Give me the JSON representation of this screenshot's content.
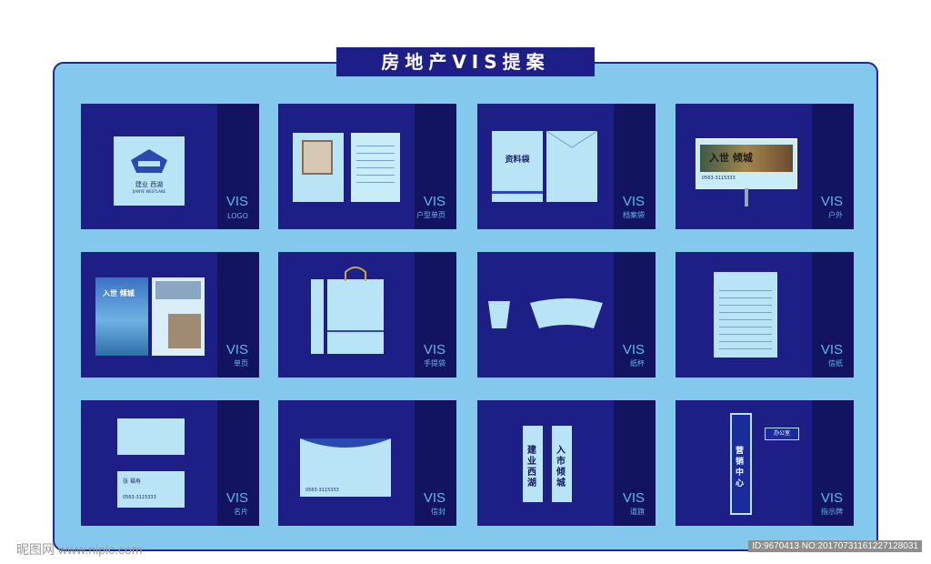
{
  "title": "房地产VIS提案",
  "colors": {
    "board": "#84c8ee",
    "tile": "#1d1f86",
    "strip": "#13145f",
    "accent": "#5fb7ea",
    "paper": "#b9e4f6"
  },
  "tiles": [
    {
      "vis": "VIS",
      "label": "LOGO"
    },
    {
      "vis": "VIS",
      "label": "户型单页"
    },
    {
      "vis": "VIS",
      "label": "档案袋"
    },
    {
      "vis": "VIS",
      "label": "户外"
    },
    {
      "vis": "VIS",
      "label": "单页"
    },
    {
      "vis": "VIS",
      "label": "手提袋"
    },
    {
      "vis": "VIS",
      "label": "纸杯"
    },
    {
      "vis": "VIS",
      "label": "信纸"
    },
    {
      "vis": "VIS",
      "label": "名片"
    },
    {
      "vis": "VIS",
      "label": "信封"
    },
    {
      "vis": "VIS",
      "label": "道旗"
    },
    {
      "vis": "VIS",
      "label": "指示牌"
    }
  ],
  "logo": {
    "name": "建业 西湖",
    "sub": "JIANYE WESTLAKE"
  },
  "folder_text": "资料袋",
  "billboard": {
    "headline": "入世 倾城",
    "phone": "0563-3115333"
  },
  "flyer_headline": "入世 倾城",
  "card": {
    "name": "张 福寿",
    "phone": "0563-3115333"
  },
  "envelope_phone": "0563-3115333",
  "flags": [
    "建业西湖",
    "入市倾城"
  ],
  "sign": {
    "text": "营销中心",
    "plate": "办公室"
  },
  "watermark": {
    "left": "昵图网 www.nipic.com",
    "right": "ID:9670413 NO:20170731161227128031"
  }
}
